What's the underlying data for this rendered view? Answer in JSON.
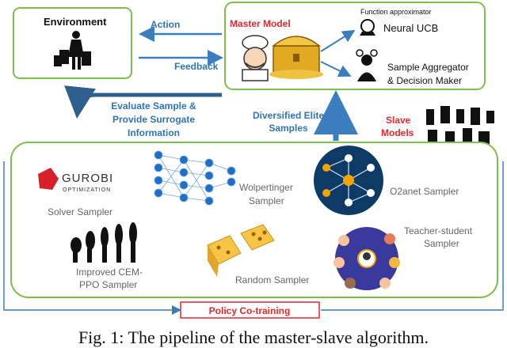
{
  "environment": {
    "title": "Environment"
  },
  "arrows": {
    "action": "Action",
    "feedback": "Feedback"
  },
  "master": {
    "title": "Master Model",
    "function_approximator": "Function approximator",
    "neural_ucb": "Neural UCB",
    "aggregator_line1": "Sample Aggregator",
    "aggregator_line2": "& Decision Maker"
  },
  "evaluate": {
    "line1": "Evaluate Sample &",
    "line2": "Provide Surrogate",
    "line3": "Information"
  },
  "elite": {
    "line1": "Diversified Elite",
    "line2": "Samples"
  },
  "slave": {
    "line1": "Slave",
    "line2": "Models"
  },
  "samplers": {
    "gurobi_logo": "GUROBI",
    "gurobi_sub": "OPTIMIZATION",
    "solver": "Solver Sampler",
    "wolpertinger_line1": "Wolpertinger",
    "wolpertinger_line2": "Sampler",
    "o2anet": "O2anet Sampler",
    "teacher_line1": "Teacher-student",
    "teacher_line2": "Sampler",
    "cem_line1": "Improved CEM-",
    "cem_line2": "PPO Sampler",
    "random": "Random Sampler"
  },
  "policy": "Policy Co-training",
  "caption": "Fig. 1: The pipeline of the master-slave algorithm.",
  "colors": {
    "frame": "#7fbf4d",
    "arrow": "#3a7ebf",
    "label_blue": "#2e75b6",
    "label_red": "#e8262b"
  }
}
